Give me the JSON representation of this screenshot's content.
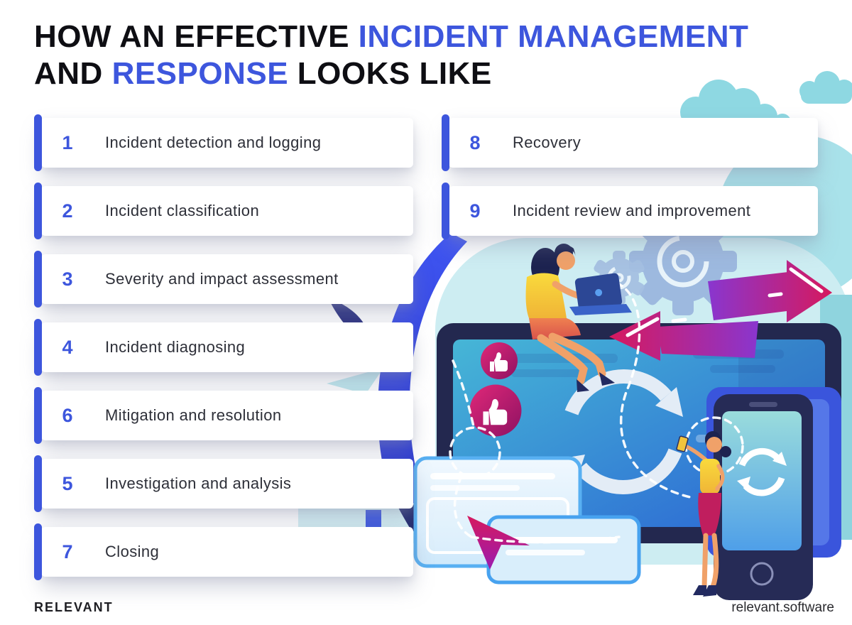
{
  "title": {
    "line1": [
      {
        "text": "HOW AN EFFECTIVE ",
        "blue": false
      },
      {
        "text": "INCIDENT MANAGEMENT",
        "blue": true
      }
    ],
    "line2": [
      {
        "text": "AND ",
        "blue": false
      },
      {
        "text": "RESPONSE",
        "blue": true
      },
      {
        "text": " LOOKS LIKE",
        "blue": false
      }
    ]
  },
  "steps": {
    "left": [
      {
        "number": "1",
        "label": "Incident detection and logging"
      },
      {
        "number": "2",
        "label": "Incident classification"
      },
      {
        "number": "3",
        "label": "Severity and impact assessment"
      },
      {
        "number": "4",
        "label": "Incident diagnosing"
      },
      {
        "number": "6",
        "label": "Mitigation and resolution"
      },
      {
        "number": "5",
        "label": "Investigation and analysis"
      },
      {
        "number": "7",
        "label": "Closing"
      }
    ],
    "right": [
      {
        "number": "8",
        "label": "Recovery"
      },
      {
        "number": "9",
        "label": "Incident review and improvement"
      }
    ]
  },
  "footer": {
    "brand": "RELEVANT",
    "website": "relevant.software"
  },
  "colors": {
    "accent_blue": "#3D56DD",
    "title_text": "#0E0E13",
    "step_label": "#2D2F38",
    "card_background": "#FFFFFF",
    "magenta": "#D6195E",
    "purple": "#8936CF",
    "navy": "#23284F",
    "teal_cloud": "#8ED8E2",
    "light_teal_blob": "#CDEDF2",
    "royal_blue_shape": "#3B4EF0",
    "screen_gradient": [
      "#46B6D6",
      "#2B64D4"
    ]
  },
  "illustration": {
    "elements": [
      "cloud-icon",
      "gear-icon",
      "arrow-right-icon",
      "arrow-left-icon",
      "monitor",
      "refresh-icon",
      "thumbs-up-icon",
      "tablet",
      "smartphone",
      "browser-panel",
      "cursor-arrow-icon",
      "woman-with-laptop",
      "woman-with-phone",
      "dashed-path"
    ]
  }
}
